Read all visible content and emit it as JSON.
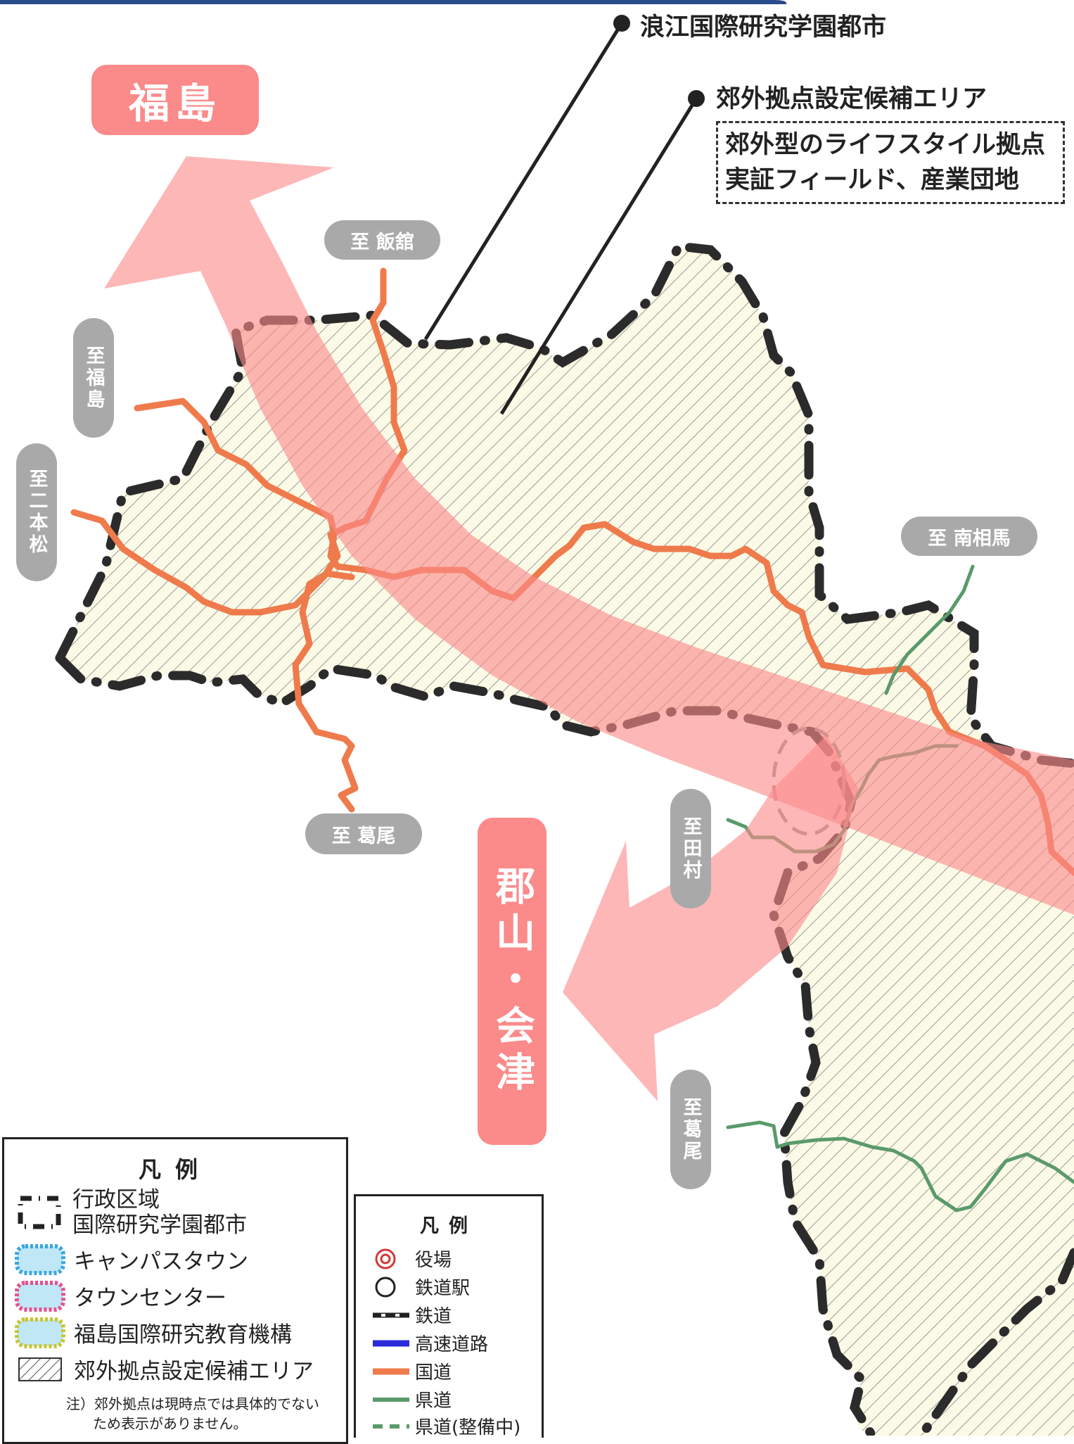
{
  "callouts": {
    "city_label": "浪江国際研究学園都市",
    "area_label": "郊外拠点設定候補エリア",
    "area_desc_line1": "郊外型のライフスタイル拠点",
    "area_desc_line2": "実証フィールド、産業団地"
  },
  "destinations": {
    "fukushima_big": "福島",
    "koriyama_aizu": "郡山・会津",
    "iitate": "至 飯舘",
    "fukushima_small": "至福島",
    "nihonmatsu": "至二本松",
    "katsurao_bottom": "至 葛尾",
    "minamisoma": "至 南相馬",
    "tamura": "至田村",
    "katsurao_right": "至葛尾"
  },
  "legend_main": {
    "title": "凡例",
    "items": [
      {
        "label_line1": "行政区域",
        "label_line2": "国際研究学園都市"
      },
      {
        "label": "キャンパスタウン"
      },
      {
        "label": "タウンセンター"
      },
      {
        "label": "福島国際研究教育機構"
      },
      {
        "label": "郊外拠点設定候補エリア"
      }
    ],
    "note_line1": "注）郊外拠点は現時点では具体的でない",
    "note_line2": "ため表示がありません。"
  },
  "legend_sub": {
    "title": "凡例",
    "items": [
      {
        "label": "役場"
      },
      {
        "label": "鉄道駅"
      },
      {
        "label": "鉄道"
      },
      {
        "label": "高速道路"
      },
      {
        "label": "国道"
      },
      {
        "label": "県道"
      },
      {
        "label": "県道(整備中)"
      }
    ]
  },
  "colors": {
    "area_fill": "#fbfae6",
    "hatch": "#9a9a9a",
    "arrow": "#fb8a8a",
    "national_road": "#ef7a4c",
    "prefectural_road": "#5a9a6a",
    "highway": "#2a2ad8",
    "boundary": "#2b2b2b",
    "destination_pill": "#a9a9a9"
  }
}
